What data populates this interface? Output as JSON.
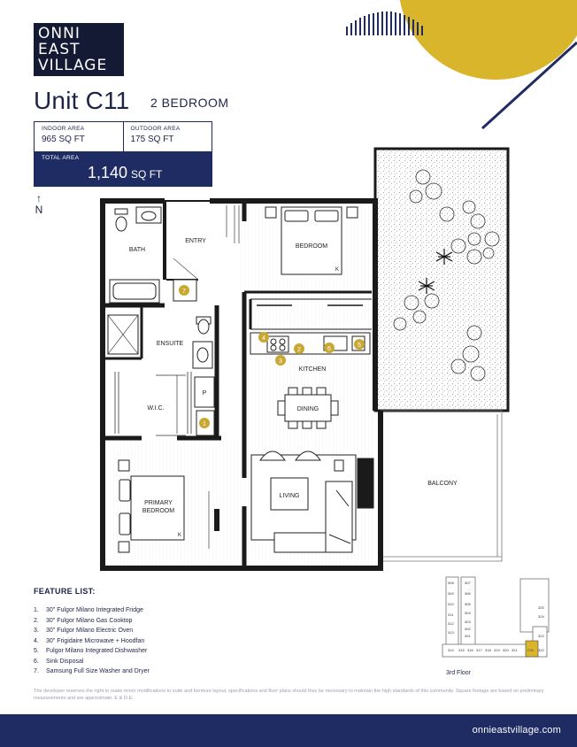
{
  "brand": {
    "logo_lines": [
      "ONNI",
      "EAST",
      "VILLAGE"
    ],
    "colors": {
      "navy": "#1f2b63",
      "gold": "#d9b52c",
      "wall": "#1a1a1a"
    }
  },
  "unit": {
    "title": "Unit C11",
    "type": "2 BEDROOM"
  },
  "area": {
    "indoor_label": "INDOOR AREA",
    "indoor_value": "965 SQ FT",
    "outdoor_label": "OUTDOOR AREA",
    "outdoor_value": "175 SQ FT",
    "total_label": "TOTAL AREA",
    "total_value": "1,140",
    "total_unit": "SQ FT"
  },
  "north_label": "N",
  "rooms": {
    "bath": "BATH",
    "entry": "ENTRY",
    "bedroom": "BEDROOM",
    "ensuite": "ENSUITE",
    "kitchen": "KITCHEN",
    "wic": "W.I.C.",
    "pantry": "P",
    "dining": "DINING",
    "living": "LIVING",
    "primary_line1": "PRIMARY",
    "primary_line2": "BEDROOM",
    "balcony": "BALCONY",
    "k1": "K",
    "k2": "K"
  },
  "markers": [
    "1",
    "2",
    "3",
    "4",
    "5",
    "6",
    "7"
  ],
  "features_title": "FEATURE LIST:",
  "features": [
    {
      "num": "1.",
      "text": "30\" Fulgor Milano Integrated Fridge"
    },
    {
      "num": "2.",
      "text": "30\" Fulgor Milano Gas Cooktop"
    },
    {
      "num": "3.",
      "text": "30\" Fulgor Milano Electric Oven"
    },
    {
      "num": "4.",
      "text": "30\" Frigidaire Microwave + Hoodfan"
    },
    {
      "num": "5.",
      "text": "Fulgor Milano Integrated Dishwasher"
    },
    {
      "num": "6.",
      "text": "Sink Disposal"
    },
    {
      "num": "7.",
      "text": "Samsung Full Size Washer and Dryer"
    }
  ],
  "keyplan": {
    "floor_label": "3rd Floor",
    "left_column": [
      "308",
      "309",
      "310",
      "311",
      "312",
      "313",
      "314"
    ],
    "right_column": [
      "307",
      "306",
      "305",
      "304",
      "303",
      "302",
      "301"
    ],
    "bottom_row": [
      "315",
      "316",
      "317",
      "318",
      "319",
      "320",
      "321"
    ],
    "east_units": [
      "325",
      "324",
      "323",
      "322"
    ],
    "highlight": "C11"
  },
  "disclaimer": "The developer reserves the right to make minor modifications to suite and furniture layout, specifications and floor plans should they be necessary to maintain the high standards of this community. Square footage are based on preliminary measurements and are approximate. E & O.E.",
  "footer_url": "onnieastvillage.com"
}
